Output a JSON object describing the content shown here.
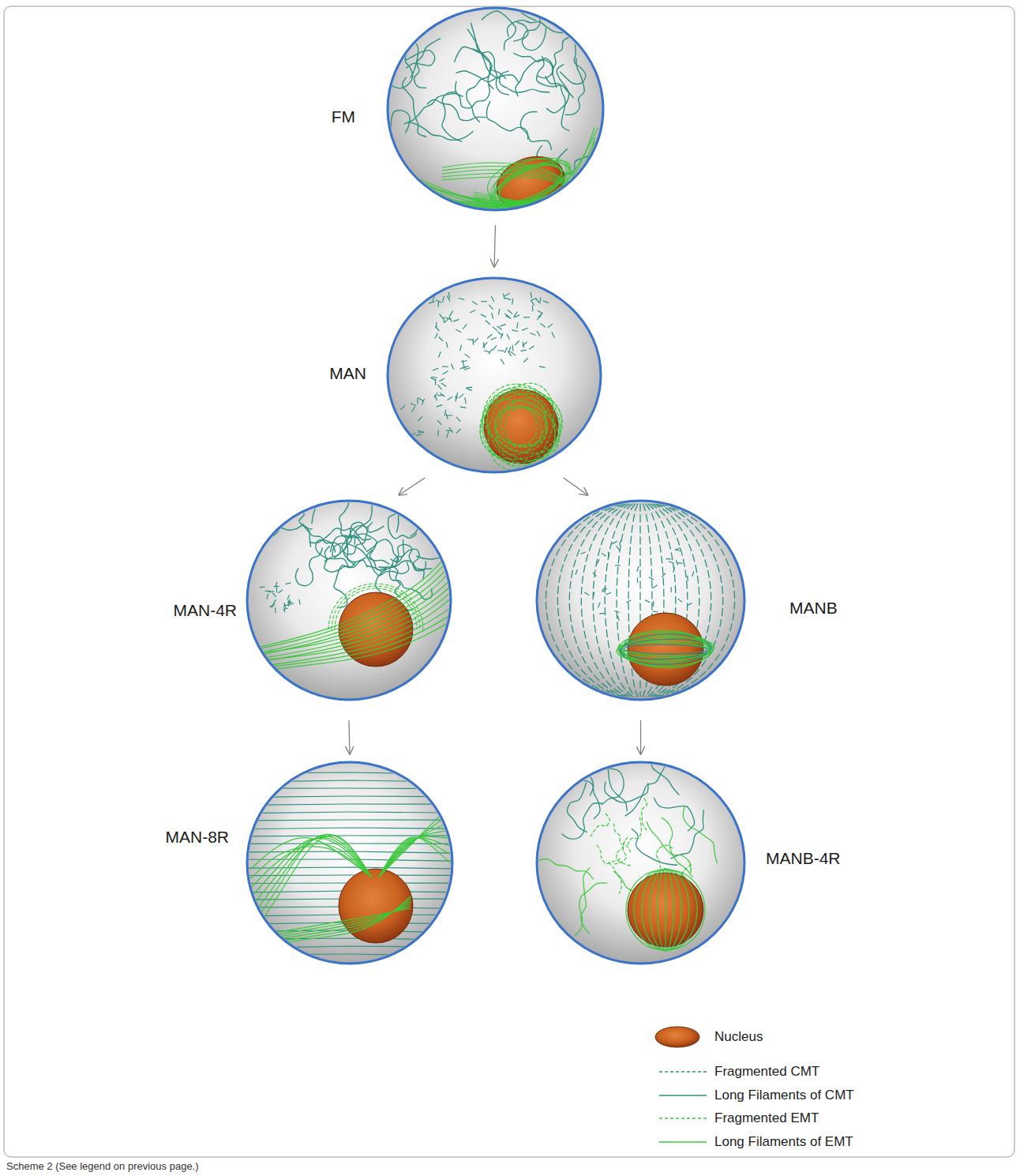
{
  "diagram": {
    "caption": "Scheme 2 (See legend on previous page.)",
    "nodes": [
      {
        "text": [
          "FM"
        ]
      },
      {
        "text": [
          "MAN"
        ]
      },
      {
        "text": [
          "MAN-4R"
        ]
      },
      {
        "text": [
          "MANB"
        ]
      },
      {
        "text": [
          "MAN-8R"
        ]
      },
      {
        "text": [
          "MANB-4R"
        ]
      }
    ],
    "edges": [
      {
        "from": 0,
        "to": 1,
        "arrow": "to"
      },
      {
        "from": 1,
        "to": 2,
        "arrow": "to"
      },
      {
        "from": 1,
        "to": 3,
        "arrow": "to"
      },
      {
        "from": 2,
        "to": 4,
        "arrow": "to"
      },
      {
        "from": 3,
        "to": 5,
        "arrow": "to"
      }
    ],
    "legend": [
      {
        "text": "Nucleus"
      },
      {
        "text": "Fragmented CMT"
      },
      {
        "text": "Long Filaments of CMT"
      },
      {
        "text": "Fragmented EMT"
      },
      {
        "text": "Long Filaments of EMT"
      }
    ]
  }
}
